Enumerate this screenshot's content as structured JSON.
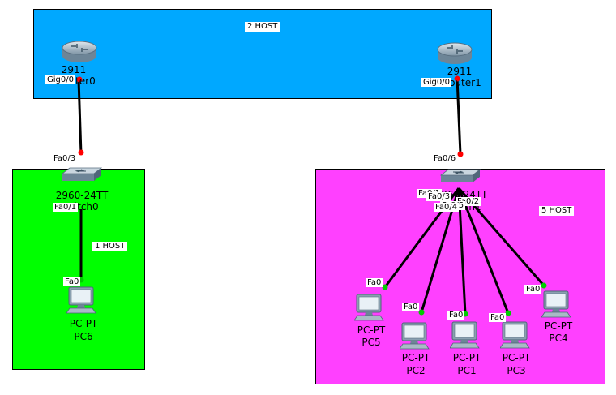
{
  "zones": {
    "top": {
      "label": "2 HOST",
      "color": "#00a8ff"
    },
    "left": {
      "label": "1 HOST",
      "color": "#00ff00"
    },
    "right": {
      "label": "5 HOST",
      "color": "#ff40ff"
    }
  },
  "devices": {
    "router0": {
      "model": "2911",
      "name": "Router0",
      "icon": "router-icon"
    },
    "router1": {
      "model": "2911",
      "name": "Router1",
      "icon": "router-icon"
    },
    "switch0": {
      "model": "2960-24TT",
      "name": "Switch0",
      "icon": "switch-icon"
    },
    "switch1": {
      "model": "2960-24TT",
      "name": "Switch1",
      "icon": "switch-icon"
    },
    "pc6": {
      "model": "PC-PT",
      "name": "PC6",
      "icon": "pc-icon"
    },
    "pc5": {
      "model": "PC-PT",
      "name": "PC5",
      "icon": "pc-icon"
    },
    "pc2": {
      "model": "PC-PT",
      "name": "PC2",
      "icon": "pc-icon"
    },
    "pc1": {
      "model": "PC-PT",
      "name": "PC1",
      "icon": "pc-icon"
    },
    "pc3": {
      "model": "PC-PT",
      "name": "PC3",
      "icon": "pc-icon"
    },
    "pc4": {
      "model": "PC-PT",
      "name": "PC4",
      "icon": "pc-icon"
    }
  },
  "ports": {
    "r0_gig": "Gig0/0",
    "r1_gig": "Gig0/0",
    "sw0_up": "Fa0/3",
    "sw0_down": "Fa0/1",
    "sw1_up": "Fa0/6",
    "sw1_a": "Fa0/1",
    "sw1_b": "Fa0/3",
    "sw1_c": "Fa0/2",
    "sw1_d": "Fa0/5",
    "sw1_e": "Fa0/4",
    "pc6_fa": "Fa0",
    "pc5_fa": "Fa0",
    "pc2_fa": "Fa0",
    "pc1_fa": "Fa0",
    "pc3_fa": "Fa0",
    "pc4_fa": "Fa0"
  },
  "link_status_colors": {
    "down": "#ff0000",
    "up": "#00cc00"
  }
}
